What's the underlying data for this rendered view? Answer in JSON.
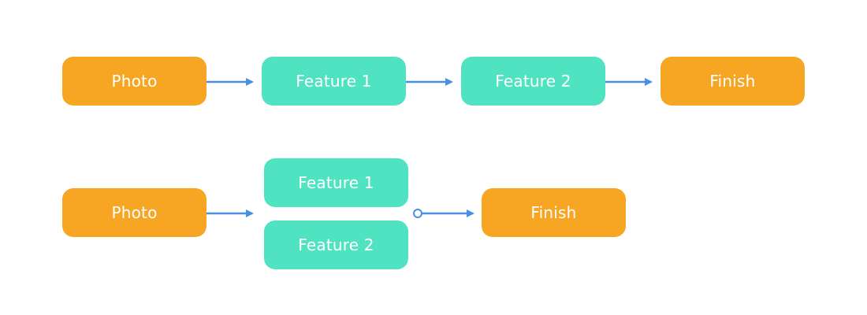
{
  "colors": {
    "source": "#f6a623",
    "feature": "#50e3c2",
    "connector": "#4a90e2",
    "text": "#ffffff"
  },
  "rows": [
    {
      "nodes": [
        {
          "label": "Photo"
        },
        {
          "label": "Feature 1"
        },
        {
          "label": "Feature 2"
        },
        {
          "label": "Finish"
        }
      ]
    },
    {
      "nodes": [
        {
          "label": "Photo"
        },
        {
          "label": "Feature 1"
        },
        {
          "label": "Feature 2"
        },
        {
          "label": "Finish"
        }
      ]
    }
  ]
}
